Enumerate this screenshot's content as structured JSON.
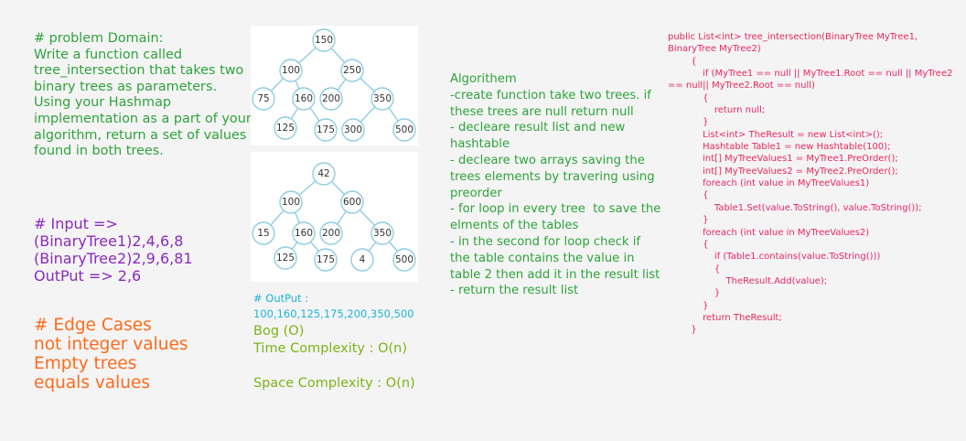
{
  "problem_domain": {
    "heading": "# problem Domain:",
    "text": "Write a function called tree_intersection that takes two binary trees as parameters.\nUsing your Hashmap implementation as a part of your algorithm, return a set of values found in both trees."
  },
  "input": {
    "heading": "# Input =>",
    "tree1": "(BinaryTree1)2,4,6,8",
    "tree2": "(BinaryTree2)2,9,6,81",
    "output": "OutPut => 2,6"
  },
  "edge_cases": {
    "heading": "# Edge Cases",
    "items": [
      "not integer values",
      "Empty trees",
      "equals values"
    ]
  },
  "trees": [
    {
      "nodes": [
        {
          "label": "150",
          "parent": null
        },
        {
          "label": "100",
          "parent": 0
        },
        {
          "label": "250",
          "parent": 0
        },
        {
          "label": "75",
          "parent": 1
        },
        {
          "label": "160",
          "parent": 1
        },
        {
          "label": "200",
          "parent": 2
        },
        {
          "label": "350",
          "parent": 2
        },
        {
          "label": "125",
          "parent": 4
        },
        {
          "label": "175",
          "parent": 4
        },
        {
          "label": "300",
          "parent": 6
        },
        {
          "label": "500",
          "parent": 6
        }
      ]
    },
    {
      "nodes": [
        {
          "label": "42",
          "parent": null
        },
        {
          "label": "100",
          "parent": 0
        },
        {
          "label": "600",
          "parent": 0
        },
        {
          "label": "15",
          "parent": 1
        },
        {
          "label": "160",
          "parent": 1
        },
        {
          "label": "200",
          "parent": 2
        },
        {
          "label": "350",
          "parent": 2
        },
        {
          "label": "125",
          "parent": 4
        },
        {
          "label": "175",
          "parent": 4
        },
        {
          "label": "4",
          "parent": 6
        },
        {
          "label": "500",
          "parent": 6
        }
      ]
    }
  ],
  "output_section": {
    "heading": "# OutPut :",
    "values": "100,160,125,175,200,350,500"
  },
  "complexity": {
    "big_o": "Bog (O)",
    "time": "Time Complexity : O(n)",
    "space": "Space Complexity : O(n)"
  },
  "algorithm": {
    "heading": "Algorithem",
    "steps": [
      "-create function take two trees. if these trees are null return null",
      "- decleare result list and new hashtable",
      "- decleare two arrays saving the trees elements by travering using preorder",
      "- for loop in every tree  to save the elments of the tables",
      "- in the second for loop check if the table contains the value in table 2 then add it in the result list",
      "- return the result list"
    ]
  },
  "code": {
    "lines": [
      "public List<int> tree_intersection(BinaryTree MyTree1,",
      "BinaryTree MyTree2)",
      "        {",
      "            if (MyTree1 == null || MyTree1.Root == null || MyTree2",
      "== null|| MyTree2.Root == null)",
      "            {",
      "                return null;",
      "            }",
      "            List<int> TheResult = new List<int>();",
      "            Hashtable Table1 = new Hashtable(100);",
      "            int[] MyTreeValues1 = MyTree1.PreOrder();",
      "            int[] MyTreeValues2 = MyTree2.PreOrder();",
      "            foreach (int value in MyTreeValues1)",
      "            {",
      "                Table1.Set(value.ToString(), value.ToString());",
      "            }",
      "            foreach (int value in MyTreeValues2)",
      "            {",
      "                if (Table1.contains(value.ToString()))",
      "                {",
      "                    TheResult.Add(value);",
      "                }",
      "            }",
      "            return TheResult;",
      "        }"
    ]
  }
}
